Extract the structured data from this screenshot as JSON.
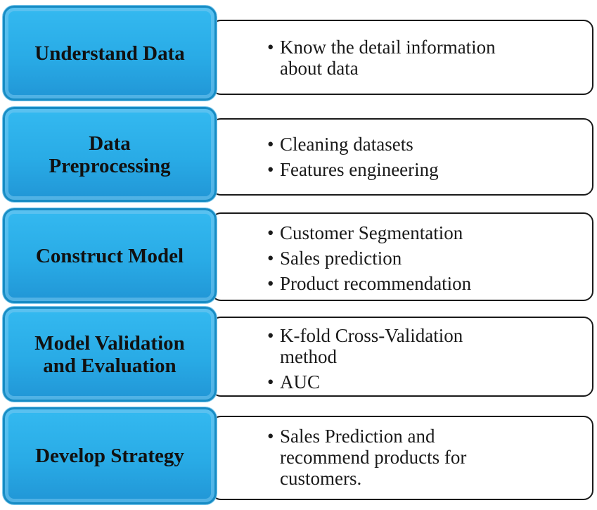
{
  "stages": [
    {
      "title": "Understand Data",
      "bullets": [
        "Know the detail information\nabout data"
      ]
    },
    {
      "title": "Data\nPreprocessing",
      "bullets": [
        "Cleaning datasets",
        "Features engineering"
      ]
    },
    {
      "title": "Construct Model",
      "bullets": [
        "Customer Segmentation",
        "Sales prediction",
        "Product recommendation"
      ]
    },
    {
      "title": "Model Validation\nand Evaluation",
      "bullets": [
        "K-fold Cross-Validation\nmethod",
        "AUC"
      ]
    },
    {
      "title": "Develop Strategy",
      "bullets": [
        "Sales Prediction and\nrecommend products for\ncustomers."
      ]
    }
  ],
  "colors": {
    "stage_fill": "#29abe6",
    "stage_border": "#178cc4",
    "detail_border": "#1a1a1a"
  },
  "icons": {
    "bullet": "•"
  }
}
